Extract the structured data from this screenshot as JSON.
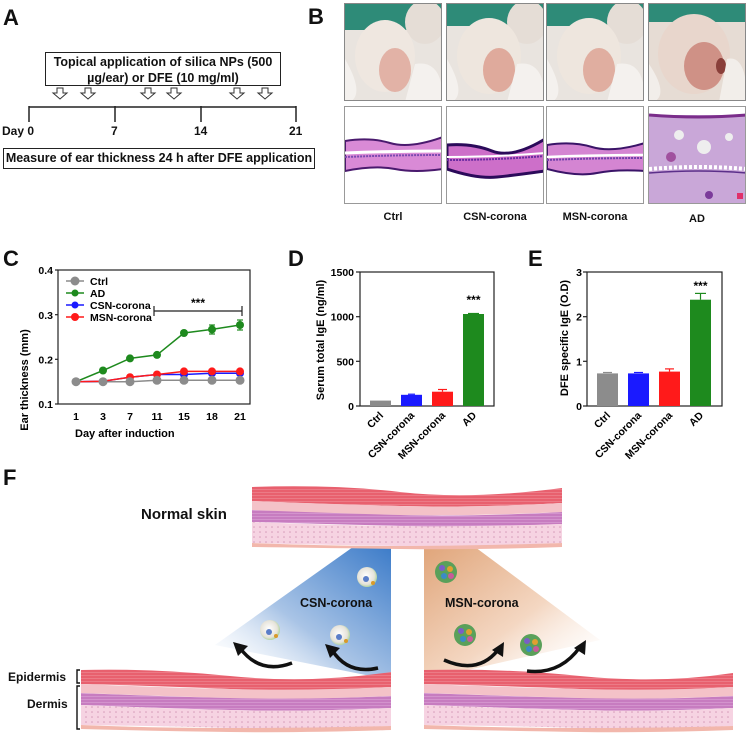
{
  "panels": {
    "A": {
      "letter": "A",
      "top_box": "Topical application of silica NPs (500 µg/ear) or DFE (10 mg/ml)",
      "timeline_labels": [
        "Day 0",
        "7",
        "14",
        "21"
      ],
      "arrow_count": 6,
      "bottom_box": "Measure of ear thickness 24 h after DFE application"
    },
    "B": {
      "letter": "B",
      "captions": [
        "Ctrl",
        "CSN-corona",
        "MSN-corona",
        "AD"
      ]
    },
    "C": {
      "letter": "C"
    },
    "D": {
      "letter": "D"
    },
    "E": {
      "letter": "E"
    },
    "F": {
      "letter": "F",
      "normal_skin": "Normal skin",
      "csn_label": "CSN-corona",
      "msn_label": "MSN-corona",
      "epidermis": "Epidermis",
      "dermis": "Dermis"
    }
  },
  "colors": {
    "ctrl": "#8c8c8c",
    "ad": "#1e8a1e",
    "csn": "#1a1aff",
    "msn": "#ff1a1a",
    "epidermis": "#e8606e",
    "dermis_band": "#c77cc0",
    "dermis_base": "#f6d3e2",
    "csn_cone": "#3d7cc9",
    "msn_cone": "#e0a57a"
  },
  "chart_data": [
    {
      "id": "C",
      "type": "line",
      "title": "",
      "xlabel": "Day after induction",
      "ylabel": "Ear thickness (mm)",
      "categories": [
        "1",
        "3",
        "7",
        "11",
        "15",
        "18",
        "21"
      ],
      "ylim": [
        0.1,
        0.4
      ],
      "yticks": [
        "0.1",
        "0.2",
        "0.3",
        "0.4"
      ],
      "legend": [
        "Ctrl",
        "AD",
        "CSN-corona",
        "MSN-corona"
      ],
      "legend_position": "upper-left",
      "series": [
        {
          "name": "Ctrl",
          "values": [
            0.15,
            0.15,
            0.15,
            0.153,
            0.153,
            0.153,
            0.153
          ]
        },
        {
          "name": "AD",
          "values": [
            0.15,
            0.175,
            0.202,
            0.21,
            0.259,
            0.267,
            0.277
          ]
        },
        {
          "name": "CSN-corona",
          "values": [
            0.15,
            0.151,
            0.16,
            0.166,
            0.166,
            0.169,
            0.169
          ]
        },
        {
          "name": "MSN-corona",
          "values": [
            0.15,
            0.151,
            0.16,
            0.166,
            0.173,
            0.173,
            0.173
          ]
        }
      ],
      "annotation": {
        "text": "***",
        "from": "11",
        "to": "21"
      }
    },
    {
      "id": "D",
      "type": "bar",
      "title": "",
      "xlabel": "",
      "ylabel": "Serum total IgE (ng/ml)",
      "categories": [
        "Ctrl",
        "CSN-corona",
        "MSN-corona",
        "AD"
      ],
      "values": [
        60,
        125,
        160,
        1030
      ],
      "errors": [
        5,
        8,
        25,
        5
      ],
      "ylim": [
        0,
        1500
      ],
      "yticks": [
        "0",
        "500",
        "1000",
        "1500"
      ],
      "annotation": {
        "text": "***",
        "on": "AD"
      }
    },
    {
      "id": "E",
      "type": "bar",
      "title": "",
      "xlabel": "",
      "ylabel": "DFE specific IgE (O.D)",
      "categories": [
        "Ctrl",
        "CSN-corona",
        "MSN-corona",
        "AD"
      ],
      "values": [
        0.73,
        0.73,
        0.77,
        2.38
      ],
      "errors": [
        0.02,
        0.02,
        0.06,
        0.14
      ],
      "ylim": [
        0,
        3
      ],
      "yticks": [
        "0",
        "1",
        "2",
        "3"
      ],
      "annotation": {
        "text": "***",
        "on": "AD"
      }
    }
  ]
}
